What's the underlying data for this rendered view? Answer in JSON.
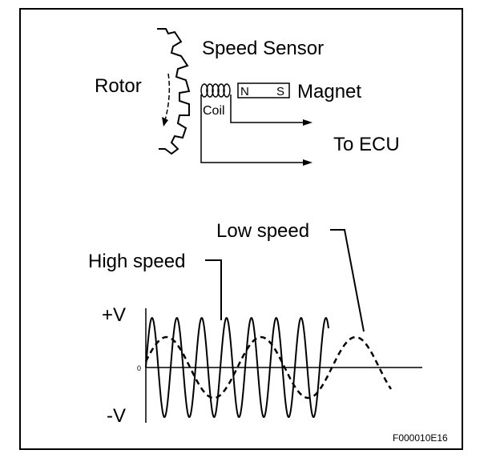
{
  "labels": {
    "speed_sensor": "Speed Sensor",
    "rotor": "Rotor",
    "coil": "Coil",
    "magnet_n": "N",
    "magnet_s": "S",
    "magnet": "Magnet",
    "to_ecu": "To ECU",
    "low_speed": "Low speed",
    "high_speed": "High speed",
    "plus_v": "+V",
    "minus_v": "-V",
    "zero": "0",
    "figure_code": "F000010E16"
  }
}
